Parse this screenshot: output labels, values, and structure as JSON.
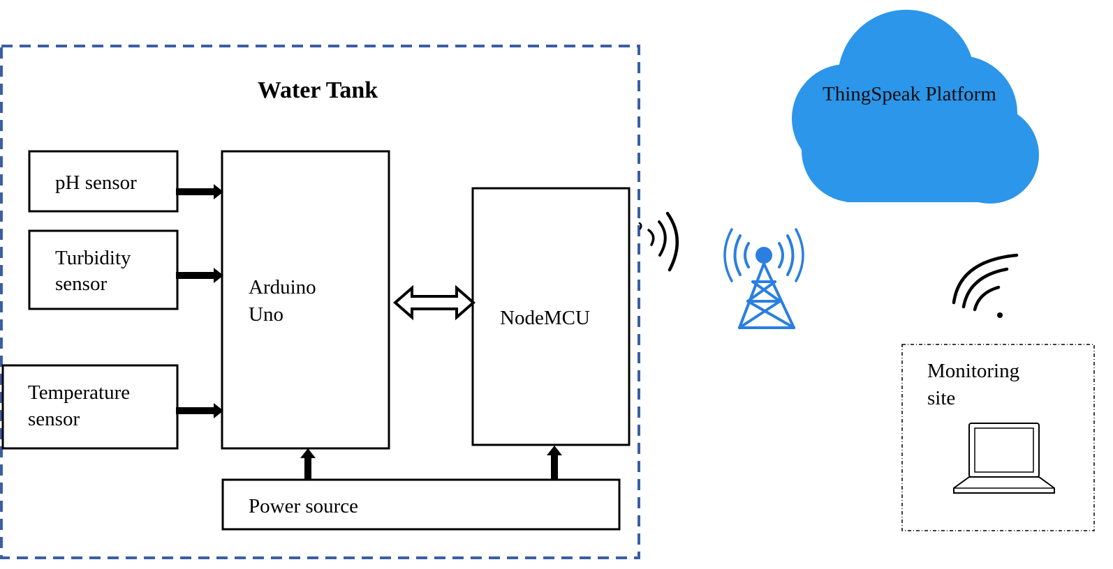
{
  "title": "Water Tank",
  "sensors": {
    "ph": [
      "pH sensor"
    ],
    "turbidity": [
      "Turbidity",
      "sensor"
    ],
    "temperature": [
      "Temperature",
      "sensor"
    ]
  },
  "controllers": {
    "arduino": [
      "Arduino",
      "Uno"
    ],
    "nodemcu": [
      "NodeMCU"
    ]
  },
  "power": "Power source",
  "cloud": "ThingSpeak Platform",
  "monitoring": [
    "Monitoring",
    "site"
  ],
  "colors": {
    "tank_border": "#3b5ea6",
    "cloud": "#2b96ea",
    "tower": "#2a7fe0",
    "line": "#000000"
  },
  "icons": {
    "cloud": "cloud-icon",
    "tower": "antenna-tower-icon",
    "wireless": "wireless-signal-icon",
    "wifi": "wifi-icon",
    "laptop": "laptop-icon"
  }
}
